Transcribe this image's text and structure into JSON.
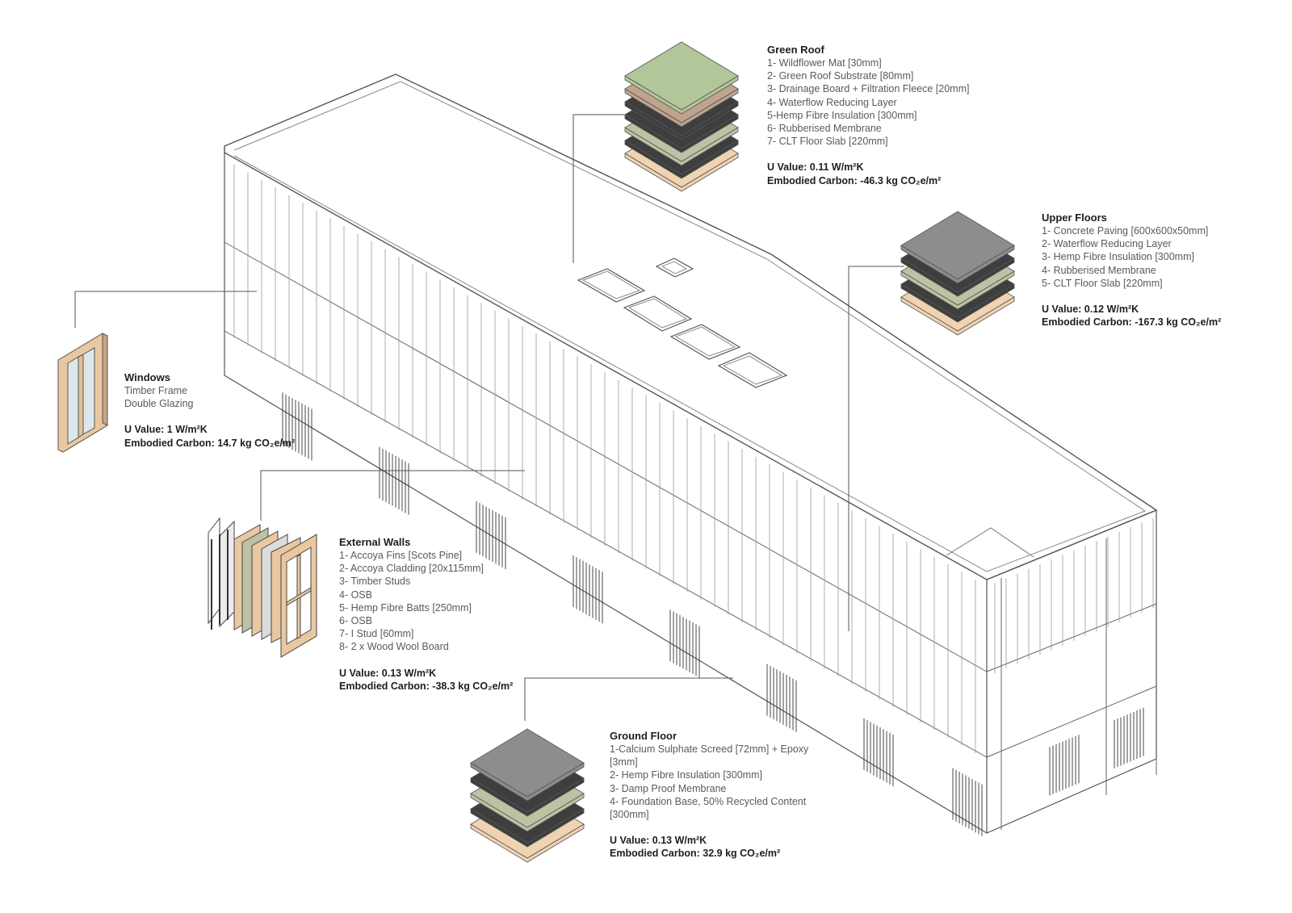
{
  "colors": {
    "line": "#555555",
    "green_mat": "#b3c69a",
    "substrate": "#bfa38f",
    "dark": "#3e3e3e",
    "hemp": "#bcc3a4",
    "clt": "#f0d3b1",
    "concrete": "#8d8d8d",
    "timber": "#e9c8a1",
    "glass": "#dde6ea"
  },
  "callouts": {
    "green_roof": {
      "title": "Green Roof",
      "items": [
        "1-  Wildflower Mat [30mm]",
        "2- Green Roof Substrate [80mm]",
        "3-  Drainage Board + Filtration Fleece [20mm]",
        "4- Waterflow Reducing Layer",
        "5-Hemp Fibre Insulation [300mm]",
        "6- Rubberised Membrane",
        "7- CLT Floor Slab [220mm]"
      ],
      "u_value": "U Value: 0.11 W/m²K",
      "carbon": "Embodied Carbon: -46.3 kg CO₂e/m²"
    },
    "upper_floors": {
      "title": "Upper Floors",
      "items": [
        "1-  Concrete Paving [600x600x50mm]",
        "2- Waterflow Reducing Layer",
        "3- Hemp Fibre Insulation [300mm]",
        "4- Rubberised Membrane",
        "5- CLT Floor Slab [220mm]"
      ],
      "u_value": "U Value: 0.12 W/m²K",
      "carbon": "Embodied Carbon: -167.3 kg CO₂e/m²"
    },
    "windows": {
      "title": "Windows",
      "line1": "Timber Frame",
      "line2": "Double Glazing",
      "u_value": "U Value: 1 W/m²K",
      "carbon": "Embodied Carbon: 14.7 kg CO₂e/m²"
    },
    "external_walls": {
      "title": "External Walls",
      "items": [
        "1- Accoya Fins [Scots Pine]",
        "2- Accoya Cladding [20x115mm]",
        "3- Timber Studs",
        "4- OSB",
        "5- Hemp Fibre Batts [250mm]",
        "6- OSB",
        "7- I Stud [60mm]",
        "8- 2 x Wood Wool Board"
      ],
      "u_value": "U Value: 0.13 W/m²K",
      "carbon": "Embodied Carbon: -38.3 kg CO₂e/m²"
    },
    "ground_floor": {
      "title": "Ground Floor",
      "items": [
        "1-Calcium  Sulphate  Screed  [72mm]  +  Epoxy [3mm]",
        "2- Hemp Fibre Insulation [300mm]",
        "3- Damp Proof Membrane",
        "4- Foundation Base, 50% Recycled Content [300mm]"
      ],
      "u_value": "U Value: 0.13 W/m²K",
      "carbon": "Embodied Carbon: 32.9 kg CO₂e/m²"
    }
  }
}
